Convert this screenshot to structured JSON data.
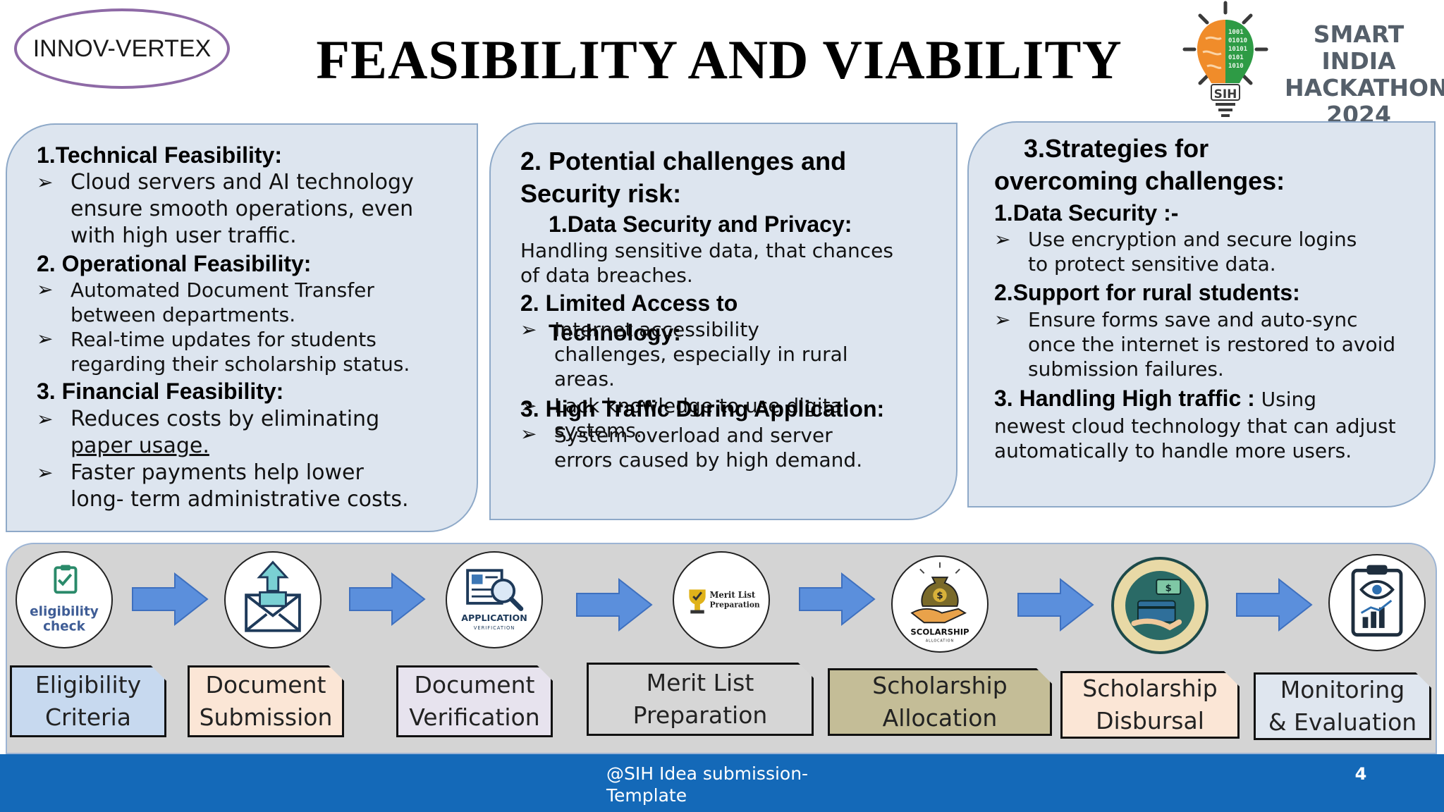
{
  "header": {
    "team_name": "INNOV-VERTEX",
    "title": "FEASIBILITY AND VIABILITY",
    "logo": {
      "line1": "SMART INDIA",
      "line2": "HACKATHON",
      "line3": "2024",
      "badge": "SIH",
      "icon": "brain-lightbulb-icon"
    }
  },
  "panel1": {
    "h1": "1.Technical Feasibility:",
    "p1_line1": "Cloud servers and AI technology",
    "p1_line2": "ensure smooth operations, even",
    "p1_line3": "with high user traffic.",
    "h2": "2. Operational Feasibility:",
    "p2a_line1": "Automated Document Transfer",
    "p2a_line2": "between departments.",
    "p2b_line1": "Real-time updates for students",
    "p2b_line2": "regarding their scholarship status.",
    "h3": "3. Financial Feasibility:",
    "p3a_line1": "Reduces costs by eliminating",
    "p3a_line2": "paper usage.",
    "p3b_line1": "Faster payments help lower",
    "p3b_line2": "long- term administrative costs."
  },
  "panel2": {
    "title_line1": "2. Potential challenges and",
    "title_line2": "Security risk:",
    "h1": "1.Data Security and Privacy:",
    "p1_line1": "Handling sensitive data, that chances",
    "p1_line2": "of data breaches.",
    "h2_line1": "2. Limited Access to",
    "h2_line2": "Technology:",
    "p2a_line1": "Internet accessibility",
    "p2a_line2": "challenges, especially in rural",
    "p2a_line3": "areas.",
    "p2b_line1": "Lack knowledge to use digital",
    "p2b_line2": "systems.",
    "h3": "3. High Traffic During Application:",
    "p3_line1": "System overload and server",
    "p3_line2": "errors caused by high demand."
  },
  "panel3": {
    "title_line1": "3.Strategies for",
    "title_line2": "overcoming challenges:",
    "h1": "1.Data Security :-",
    "p1_line1": "Use encryption and secure logins",
    "p1_line2": "to protect sensitive data.",
    "h2": "2.Support for rural students:",
    "p2_line1": "Ensure forms save and auto-sync",
    "p2_line2": "once the internet is restored to avoid",
    "p2_line3": "submission failures.",
    "h3_bold": "3. Handling High traffic",
    "h3_colon": " :",
    "h3_rest": " Using",
    "p3_line2": "newest cloud technology that can adjust",
    "p3_line3": "automatically to handle more users."
  },
  "steps": [
    {
      "line1": "Eligibility",
      "line2": "Criteria",
      "icon": "eligibility-check-icon",
      "icon_text1": "eligibility",
      "icon_text2": "check",
      "color": "#c7d9ef"
    },
    {
      "line1": "Document",
      "line2": "Submission",
      "icon": "envelope-upload-icon",
      "color": "#fbe6d6"
    },
    {
      "line1": "Document",
      "line2": "Verification",
      "icon": "application-verification-icon",
      "icon_text1": "APPLICATION",
      "icon_text2": "VERIFICATION",
      "color": "#e7e3ee"
    },
    {
      "line1": "Merit List",
      "line2": "Preparation",
      "icon": "trophy-icon",
      "icon_text1": "Merit List",
      "icon_text2": "Preparation",
      "color": "#d6d6d6"
    },
    {
      "line1": "Scholarship",
      "line2": "Allocation",
      "icon": "money-bag-icon",
      "icon_text1": "SCOLARSHIP",
      "icon_text2": "ALLOCATION",
      "color": "#c4bd97"
    },
    {
      "line1": "Scholarship",
      "line2": "Disbursal",
      "icon": "card-payment-icon",
      "color": "#fbe6d6"
    },
    {
      "line1": "Monitoring",
      "line2": "& Evaluation",
      "icon": "clipboard-eye-icon",
      "color": "#dfe6ef"
    }
  ],
  "footer": {
    "text_line1": "@SIH Idea submission-",
    "text_line2": "Template",
    "page_number": "4",
    "color": "#1469b8"
  }
}
